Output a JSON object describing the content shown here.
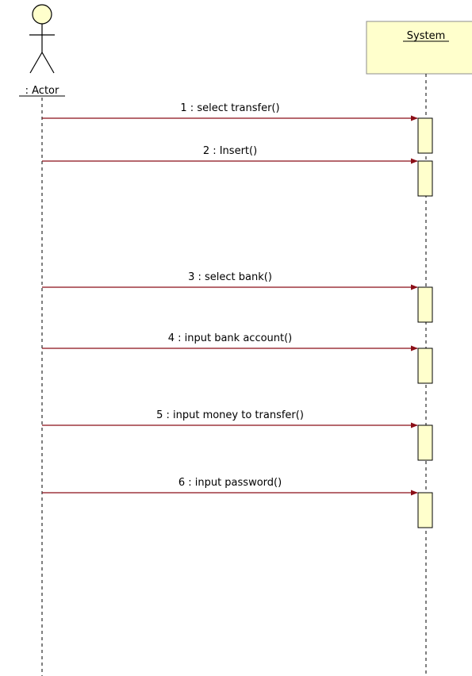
{
  "colors": {
    "message_line": "#8b0f17",
    "lifeline": "#000000",
    "activation_fill": "#ffffcc",
    "object_fill": "#ffffcc",
    "actor_head_fill": "#ffffcc",
    "text": "#000000"
  },
  "actor": {
    "name": ": Actor",
    "icon": "stick-figure-icon"
  },
  "system": {
    "name": "System"
  },
  "messages": [
    {
      "label": "1 : select transfer()"
    },
    {
      "label": "2 : Insert()"
    },
    {
      "label": "3 : select bank()"
    },
    {
      "label": "4 : input bank account()"
    },
    {
      "label": "5 : input money to transfer()"
    },
    {
      "label": "6 : input password()"
    }
  ]
}
